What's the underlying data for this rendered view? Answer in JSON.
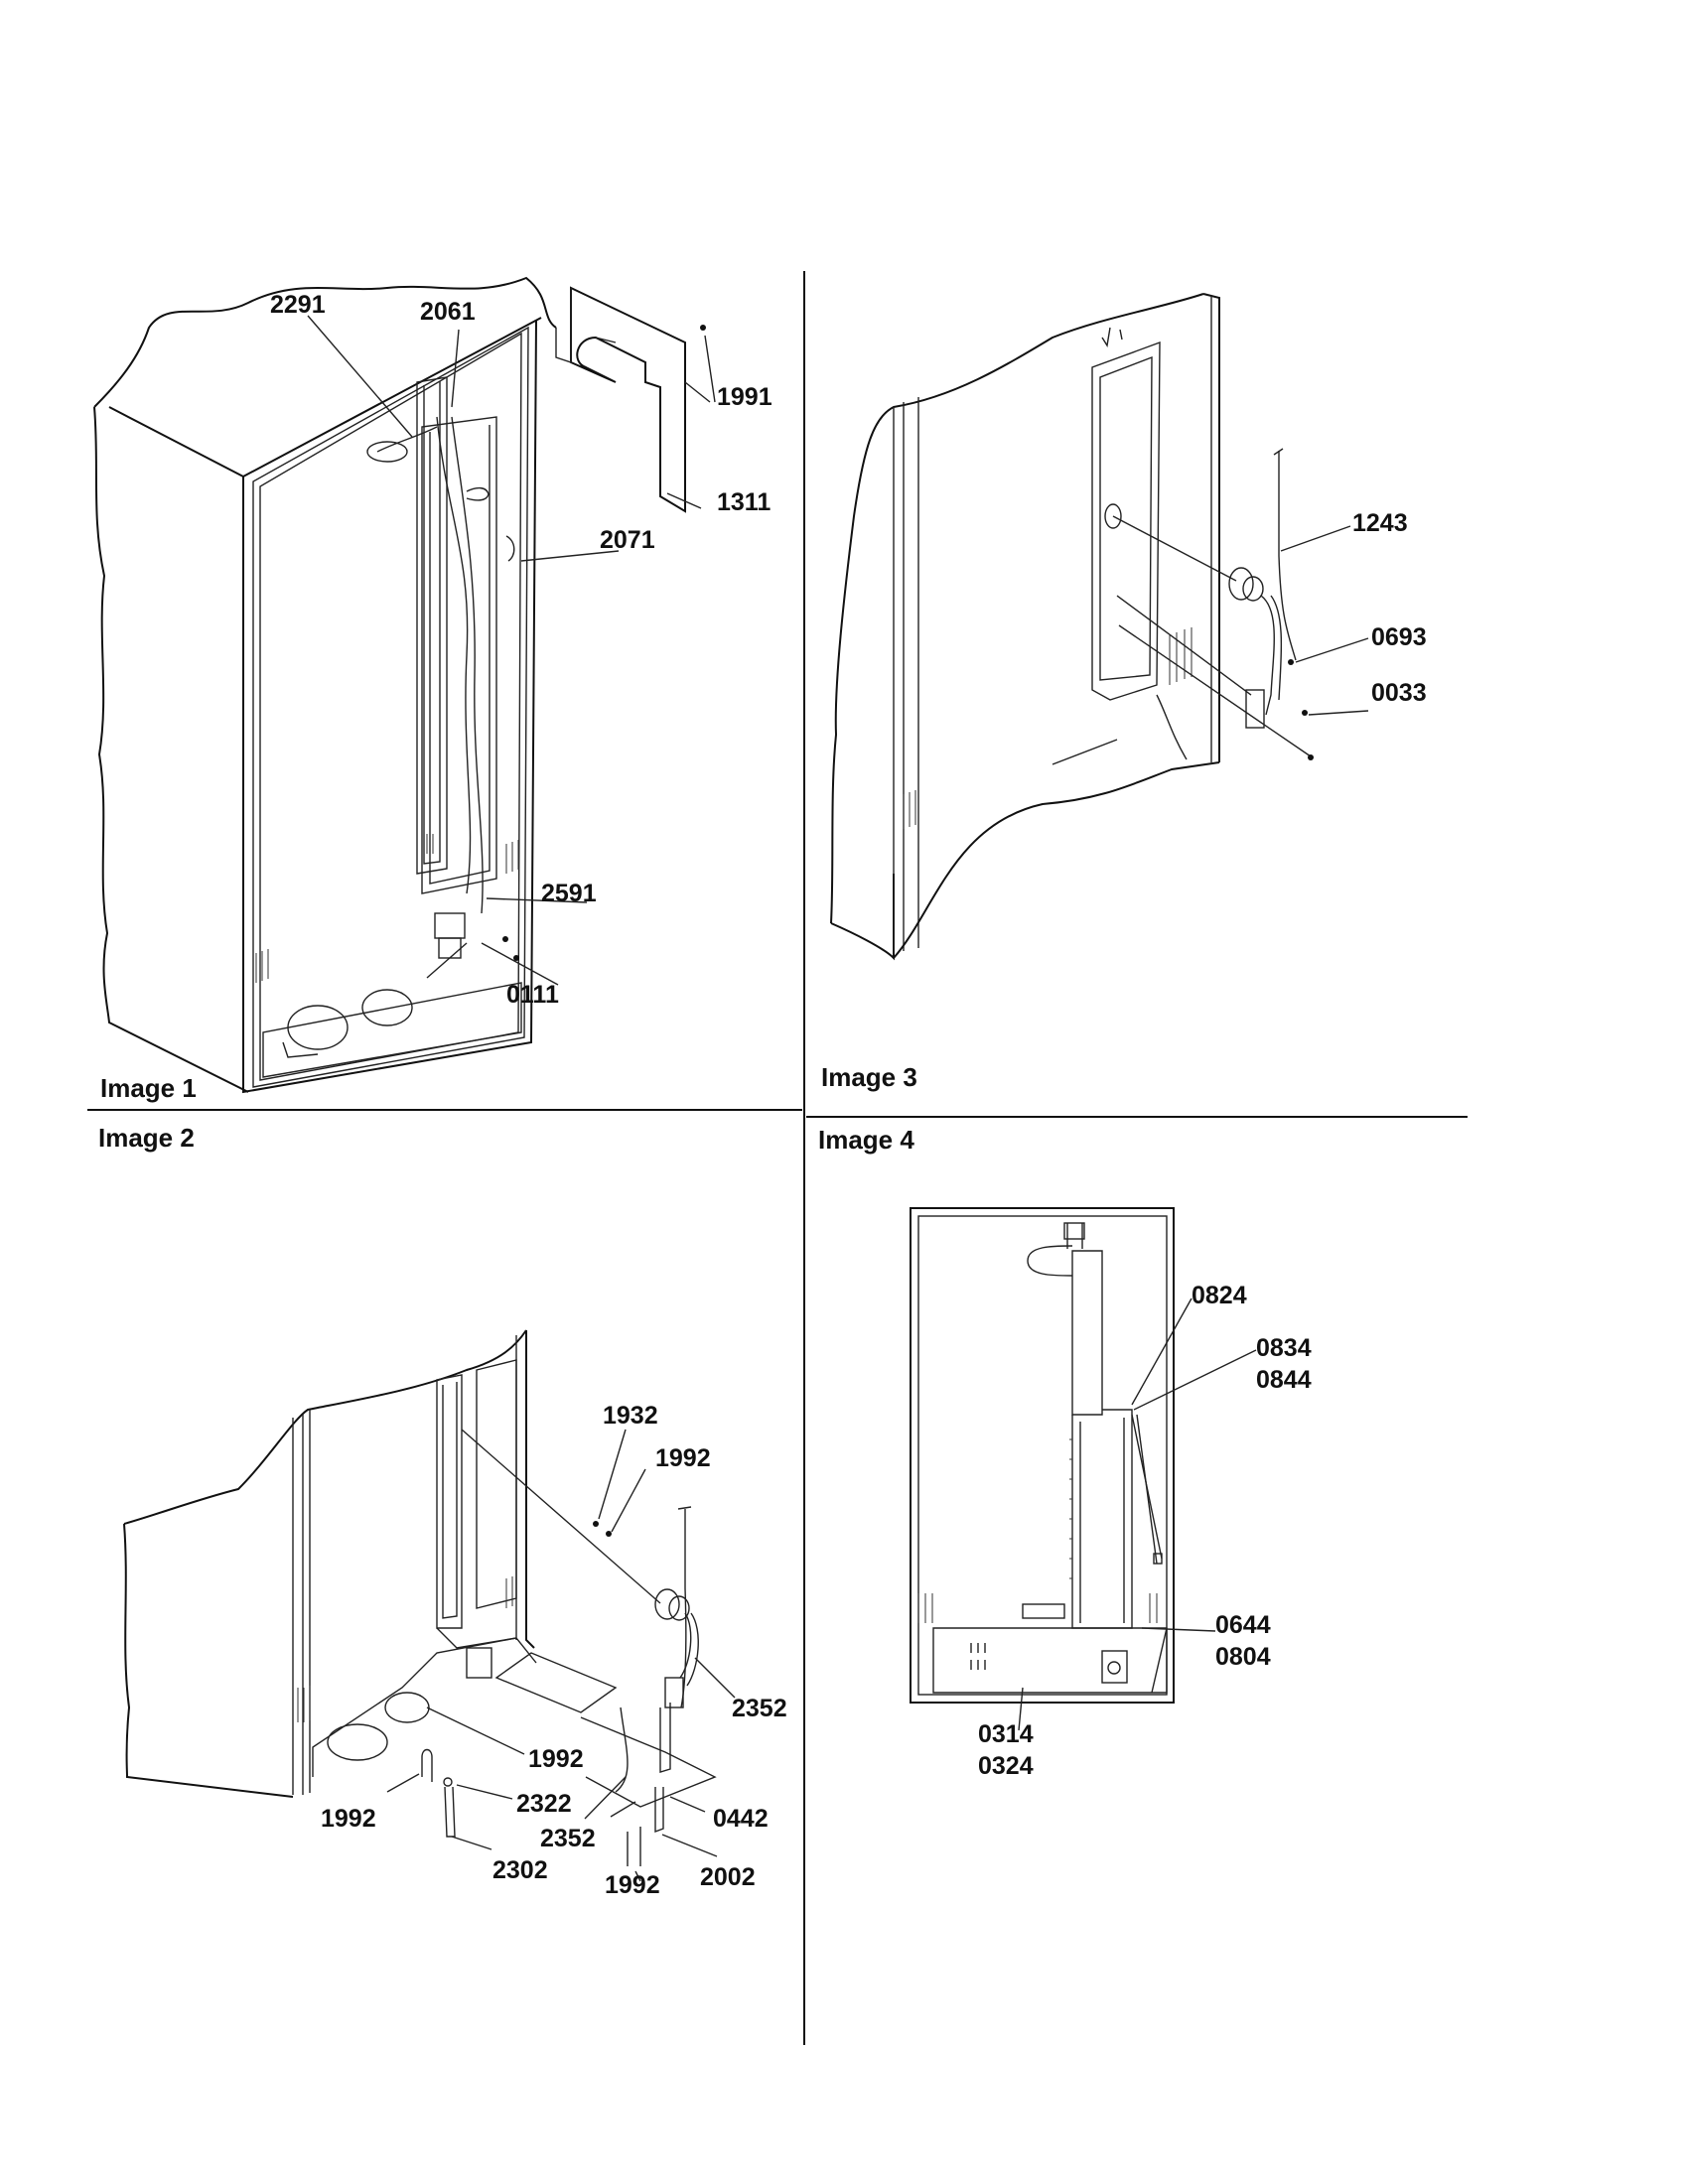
{
  "captions": {
    "image1": "Image 1",
    "image2": "Image 2",
    "image3": "Image 3",
    "image4": "Image 4"
  },
  "callouts": {
    "image1": [
      "2291",
      "2061",
      "1991",
      "1311",
      "2071",
      "2591",
      "0111"
    ],
    "image2": [
      "1932",
      "1992",
      "2352",
      "1992",
      "1992",
      "2322",
      "2352",
      "0442",
      "2302",
      "1992",
      "2002"
    ],
    "image3": [
      "1243",
      "0693",
      "0033"
    ],
    "image4": [
      "0824",
      "0834",
      "0844",
      "0644",
      "0804",
      "0314",
      "0324"
    ]
  }
}
